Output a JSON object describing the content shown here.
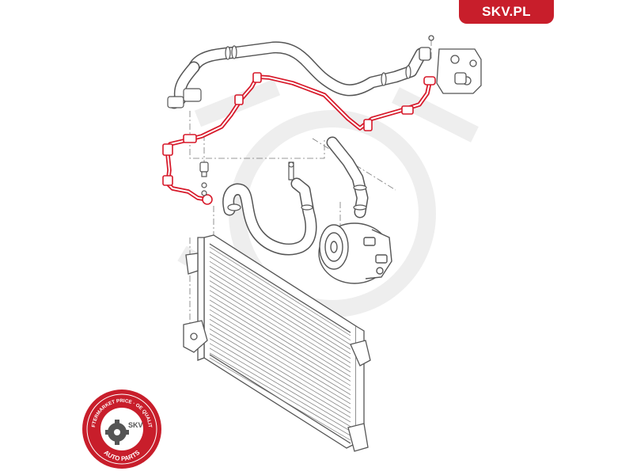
{
  "brand": {
    "label": "SKV.PL"
  },
  "seal": {
    "top_text": "AFTERMARKET PRICE · OE QUALITY",
    "bottom_text": "AUTO PARTS",
    "center_text": "SKV"
  },
  "colors": {
    "brand_red": "#c81e2b",
    "highlight_pipe": "#d7192a",
    "line_art": "#555555",
    "watermark": "#eeeeee"
  },
  "diagram": {
    "subject": "air-conditioning-system-exploded-view",
    "highlighted_part": "ac-pressure-hose"
  }
}
